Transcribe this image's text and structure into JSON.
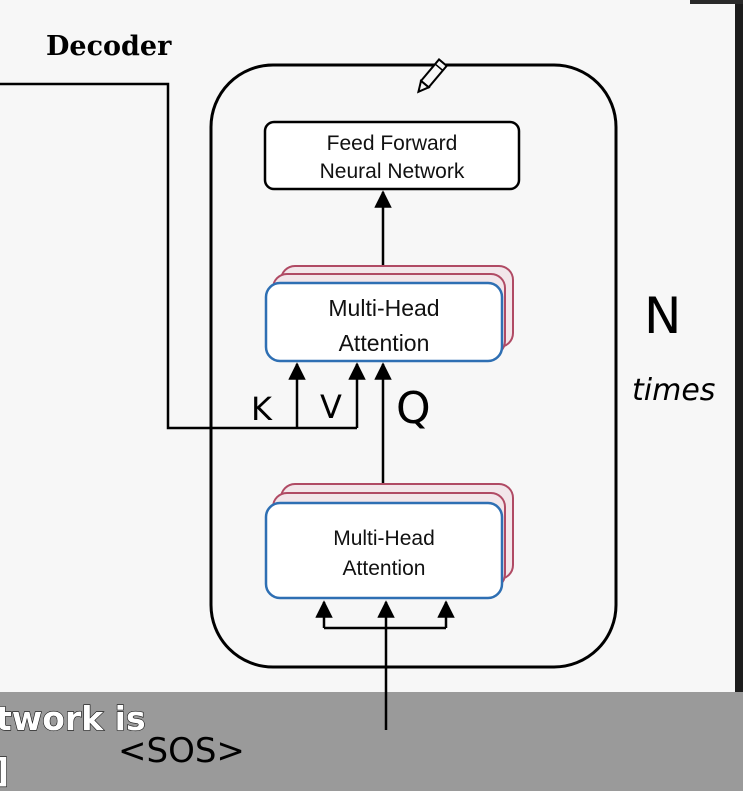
{
  "diagram": {
    "title": "Decoder",
    "feed_forward": {
      "line1": "Feed Forward",
      "line2": "Neural Network"
    },
    "attention_upper": {
      "line1": "Multi-Head",
      "line2": "Attention"
    },
    "attention_lower": {
      "line1": "Multi-Head",
      "line2": "Attention"
    },
    "labels": {
      "k": "K",
      "v": "V",
      "q": "Q",
      "sos": "<SOS>"
    },
    "repeat": {
      "n": "N",
      "times": "times"
    },
    "icons": {
      "edit": "pencil-icon"
    },
    "colors": {
      "attention_border": "#2e6fb3",
      "stack_edge": "#b04a64",
      "caption_bar": "#9a9a9a",
      "background": "#f7f7f7",
      "stroke": "#000000"
    }
  },
  "caption": {
    "line1": "twork is",
    "line2": "]"
  }
}
